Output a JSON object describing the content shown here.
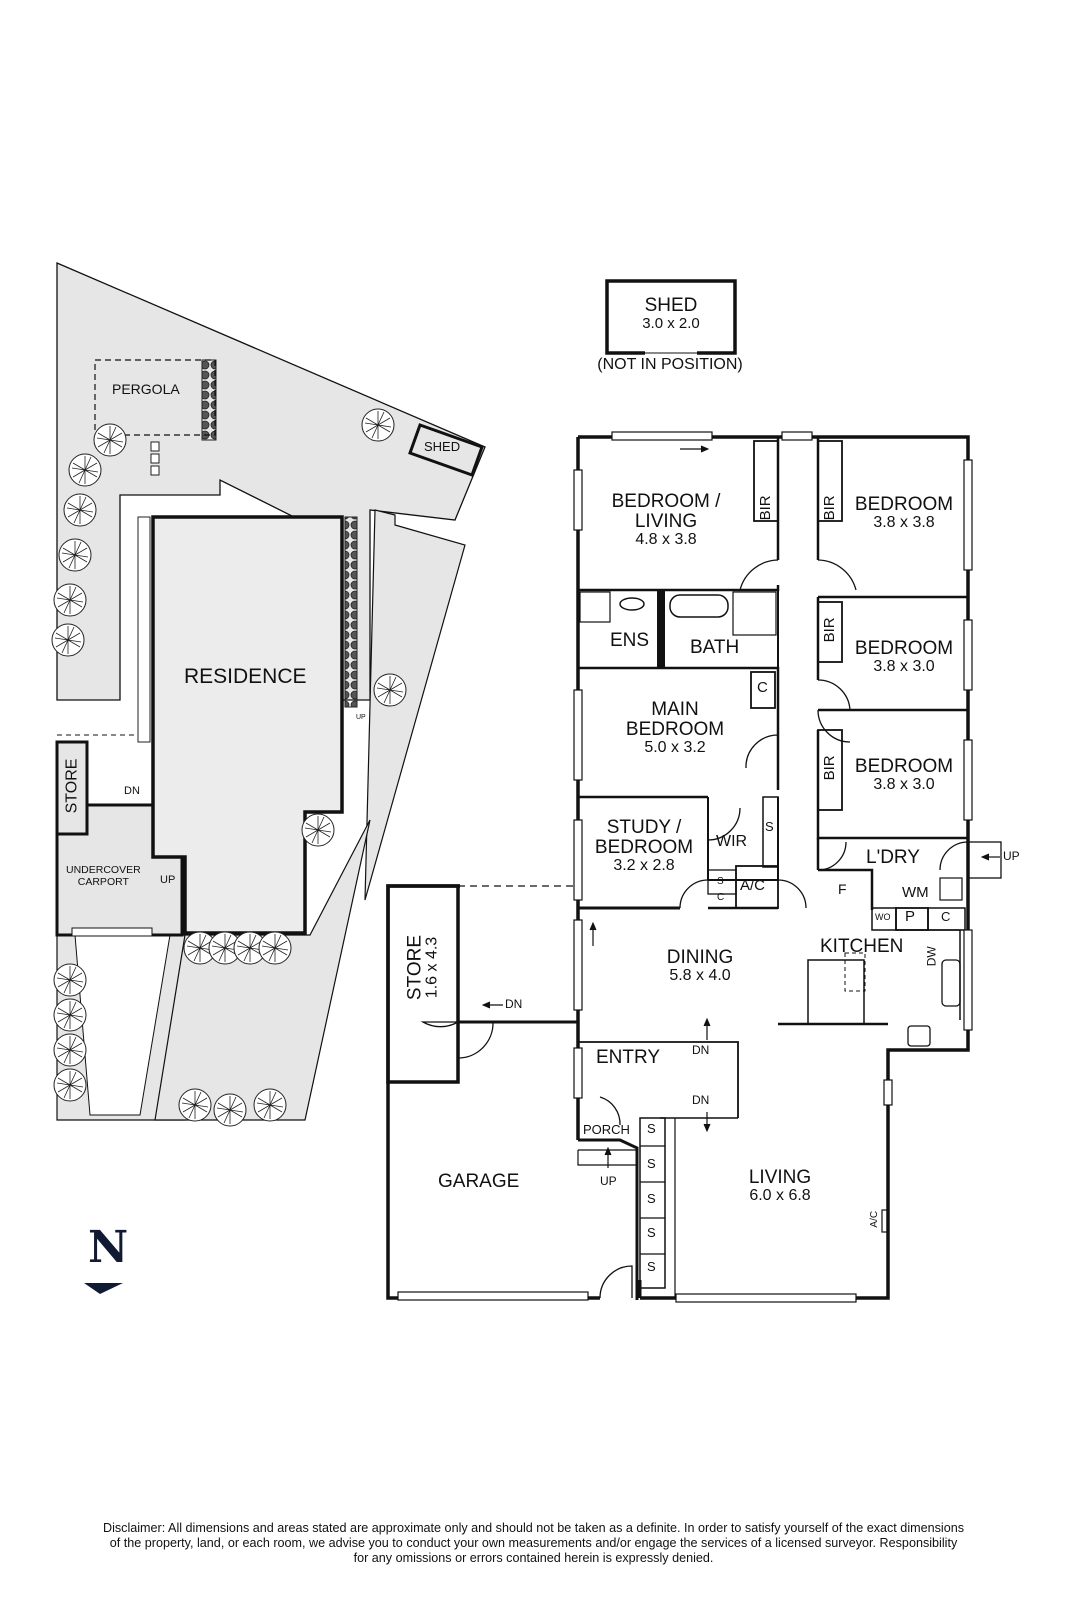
{
  "site_plan": {
    "residence_label": "RESIDENCE",
    "pergola_label": "PERGOLA",
    "shed_label": "SHED",
    "store_label": "STORE",
    "store_arrow": "DN",
    "carport_label_1": "UNDERCOVER",
    "carport_label_2": "CARPORT",
    "carport_arrow": "UP",
    "side_steps_arrow": "UP"
  },
  "shed_detail": {
    "title": "SHED",
    "dimensions": "3.0 x 2.0",
    "note": "(NOT IN POSITION)"
  },
  "floor_plan": {
    "rooms": {
      "bedroom_living": {
        "name_1": "BEDROOM /",
        "name_2": "LIVING",
        "dimensions": "4.8 x 3.8"
      },
      "bedroom_ne": {
        "name": "BEDROOM",
        "dimensions": "3.8 x 3.8"
      },
      "bedroom_e1": {
        "name": "BEDROOM",
        "dimensions": "3.8 x 3.0"
      },
      "bedroom_e2": {
        "name": "BEDROOM",
        "dimensions": "3.8 x 3.0"
      },
      "ensuite": {
        "name": "ENS"
      },
      "bath": {
        "name": "BATH"
      },
      "main_bedroom": {
        "name_1": "MAIN",
        "name_2": "BEDROOM",
        "dimensions": "5.0 x 3.2"
      },
      "study_bedroom": {
        "name_1": "STUDY /",
        "name_2": "BEDROOM",
        "dimensions": "3.2 x 2.8"
      },
      "wir": {
        "name": "WIR"
      },
      "laundry": {
        "name": "L'DRY"
      },
      "kitchen": {
        "name": "KITCHEN"
      },
      "dining": {
        "name": "DINING",
        "dimensions": "5.8 x 4.0"
      },
      "store": {
        "name": "STORE",
        "dimensions": "1.6 x 4.3"
      },
      "entry": {
        "name": "ENTRY"
      },
      "porch": {
        "name": "PORCH"
      },
      "garage": {
        "name": "GARAGE"
      },
      "living": {
        "name": "LIVING",
        "dimensions": "6.0 x 6.8"
      }
    },
    "fixtures": {
      "bir": "BIR",
      "c": "C",
      "s": "S",
      "ac": "A/C",
      "f": "F",
      "wm": "WM",
      "wo": "WO",
      "p": "P",
      "dw": "DW"
    },
    "arrows": {
      "store_dn": "DN",
      "dining_dn": "DN",
      "entry_dn": "DN",
      "porch_up": "UP",
      "laundry_up": "UP"
    }
  },
  "compass": {
    "label": "N"
  },
  "disclaimer": {
    "line_1": "Disclaimer: All dimensions and areas stated are approximate only and should not be taken as a definite. In order to satisfy yourself of the exact dimensions",
    "line_2": "of the property, land, or each room, we advise you to conduct your own measurements and/or engage the services of a licensed surveyor. Responsibility",
    "line_3": "for any omissions or errors contained herein is expressly denied."
  },
  "colors": {
    "wall": "#111111",
    "site_fill": "#e6e6e6",
    "residence_fill": "#ececec",
    "compass": "#111a33"
  }
}
